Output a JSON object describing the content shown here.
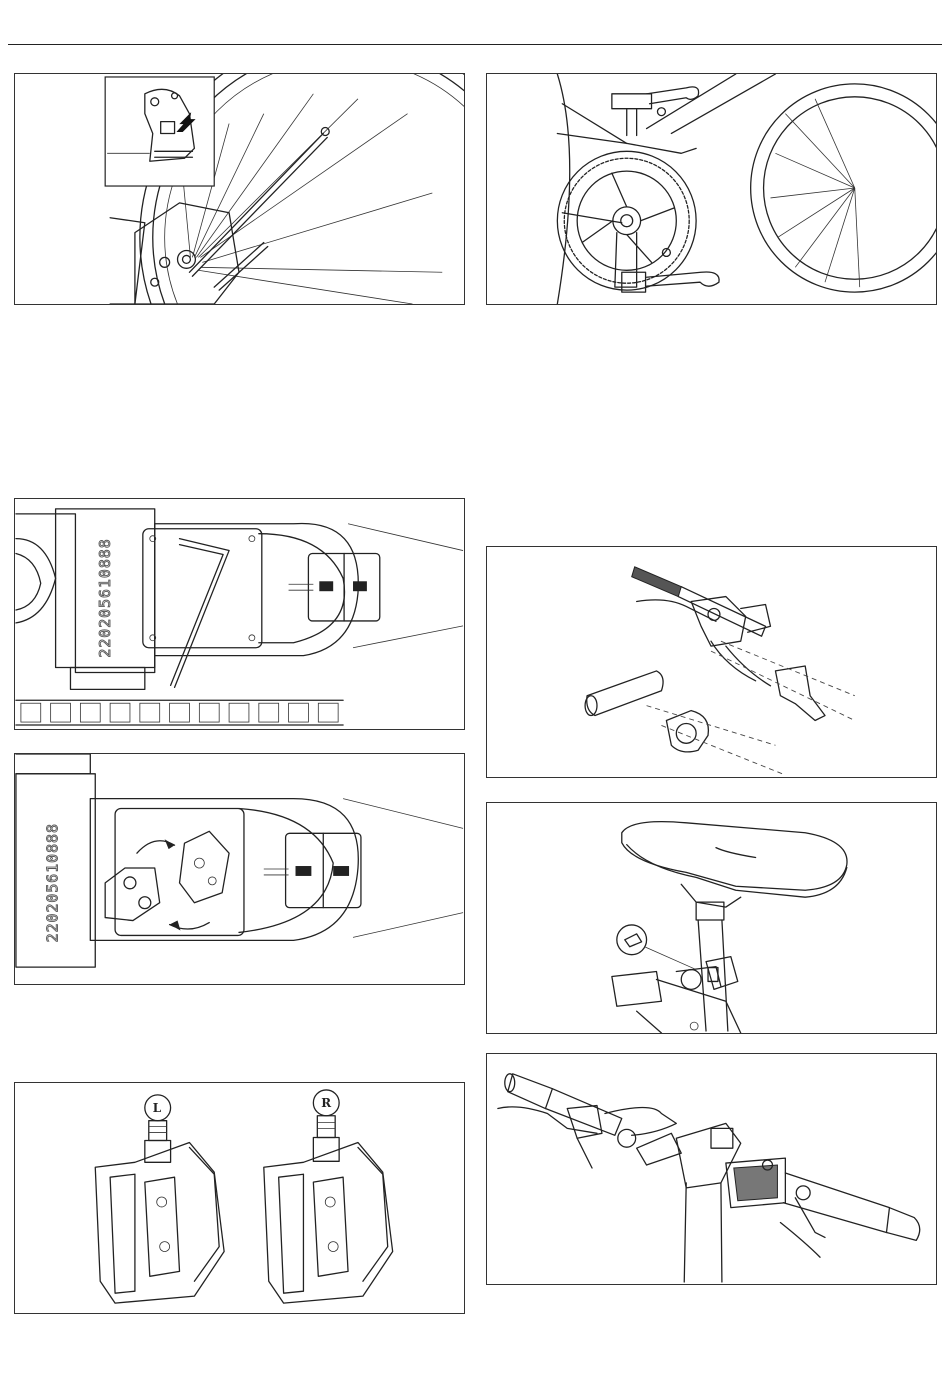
{
  "page": {
    "background": "#ffffff",
    "line_color": "#222222"
  },
  "figures": {
    "serial_number": "220205610888",
    "pedal_left_label": "L",
    "pedal_right_label": "R"
  },
  "icons": {
    "arrow": "arrow-icon",
    "hex_key": "hex-key-icon",
    "wrench": "wrench-icon"
  }
}
